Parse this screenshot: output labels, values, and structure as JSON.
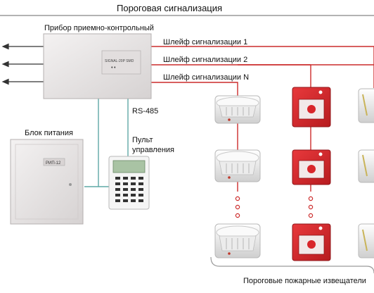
{
  "title": "Пороговая сигнализация",
  "panel": {
    "label": "Прибор приемно-контрольный",
    "device_text": "SIGNAL-20P SMD",
    "device_subtext": "♦ ♦"
  },
  "loops": [
    {
      "label": "Шлейф сигнализации 1"
    },
    {
      "label": "Шлейф сигнализации 2"
    },
    {
      "label": "Шлейф сигнализации N"
    }
  ],
  "interface_label": "RS-485",
  "power_supply": {
    "label": "Блок питания",
    "device_text": "РИП-12"
  },
  "control_panel": {
    "label_line1": "Пульт",
    "label_line2": "управления"
  },
  "detectors_label": "Пороговые пожарные извещатели",
  "colors": {
    "loop_line": "#cc2b2b",
    "rs485_line": "#5fa8a6",
    "output_arrow": "#333333",
    "title_underline": "#9a9a9a",
    "manual_call_point": "#d8262b",
    "device_body": "#e9e6e6"
  },
  "icons": {
    "smoke_detector": "smoke-detector-icon",
    "manual_call_point": "manual-call-point-icon",
    "heat_detector": "heat-detector-icon",
    "keypad": "keypad-icon"
  }
}
